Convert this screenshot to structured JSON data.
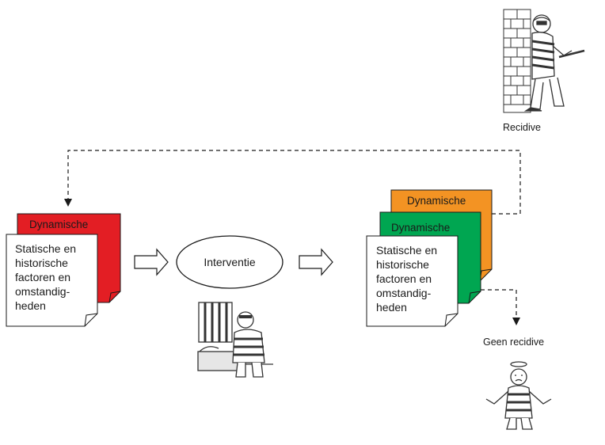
{
  "left_stack": {
    "back_card_label": "Dynamische",
    "front_card_lines": [
      "Statische en",
      "historische",
      "factoren en",
      "omstandig-",
      "heden"
    ]
  },
  "intervention": {
    "label": "Interventie"
  },
  "right_stack": {
    "back_card_label": "Dynamische",
    "middle_card_label": "Dynamische",
    "front_card_lines": [
      "Statische en",
      "historische",
      "factoren en",
      "omstandig-",
      "heden"
    ]
  },
  "outcomes": {
    "recidive_label": "Recidive",
    "geen_recidive_label": "Geen recidive"
  },
  "colors": {
    "red_card": "#e31e24",
    "orange_card": "#f39323",
    "green_card": "#00a651",
    "white_card": "#ffffff",
    "outline": "#1a1a1a",
    "illustration_ink": "#333333"
  },
  "icons": {
    "recidive_illustration": "burglar-breaking-in-icon",
    "intervention_illustration": "prisoner-in-cell-icon",
    "geen_recidive_illustration": "reformed-prisoner-halo-icon"
  }
}
